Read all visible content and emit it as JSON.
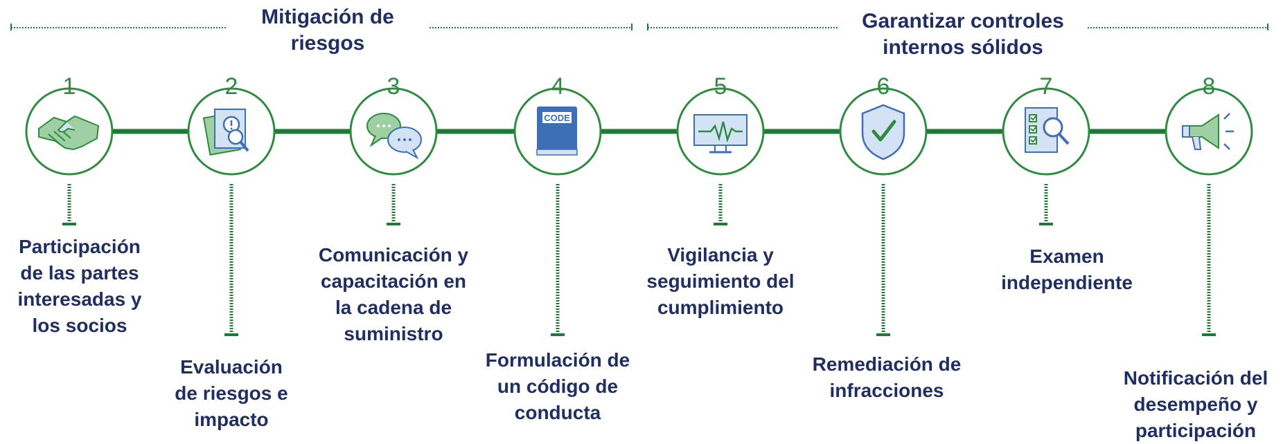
{
  "colors": {
    "accent_green": "#1e7a35",
    "ring_green": "#2e8b3f",
    "label_navy": "#1f2e63",
    "icon_blue": "#3d6fb6",
    "icon_light_blue": "#d3e3f5",
    "icon_green": "#9fd0a3"
  },
  "groups": [
    {
      "title_line1": "Mitigación de",
      "title_line2": "riesgos"
    },
    {
      "title_line1": "Garantizar controles",
      "title_line2": "internos sólidos"
    }
  ],
  "steps": [
    {
      "number": "1",
      "icon": "handshake-icon",
      "lines": [
        "Participación",
        "de las partes",
        "interesadas y",
        "los socios"
      ]
    },
    {
      "number": "2",
      "icon": "risk-assessment-document-icon",
      "lines": [
        "Evaluación",
        "de riesgos e",
        "impacto"
      ]
    },
    {
      "number": "3",
      "icon": "chat-bubbles-icon",
      "lines": [
        "Comunicación y",
        "capacitación en",
        "la cadena de",
        "suministro"
      ]
    },
    {
      "number": "4",
      "icon": "code-book-icon",
      "icon_text": "CODE",
      "lines": [
        "Formulación de",
        "un código de",
        "conducta"
      ]
    },
    {
      "number": "5",
      "icon": "monitor-heartbeat-icon",
      "lines": [
        "Vigilancia y",
        "seguimiento del",
        "cumplimiento"
      ]
    },
    {
      "number": "6",
      "icon": "shield-check-icon",
      "lines": [
        "Remediación de",
        "infracciones"
      ]
    },
    {
      "number": "7",
      "icon": "checklist-magnifier-icon",
      "lines": [
        "Examen",
        "independiente"
      ]
    },
    {
      "number": "8",
      "icon": "megaphone-icon",
      "lines": [
        "Notificación del",
        "desempeño y",
        "participación"
      ]
    }
  ]
}
